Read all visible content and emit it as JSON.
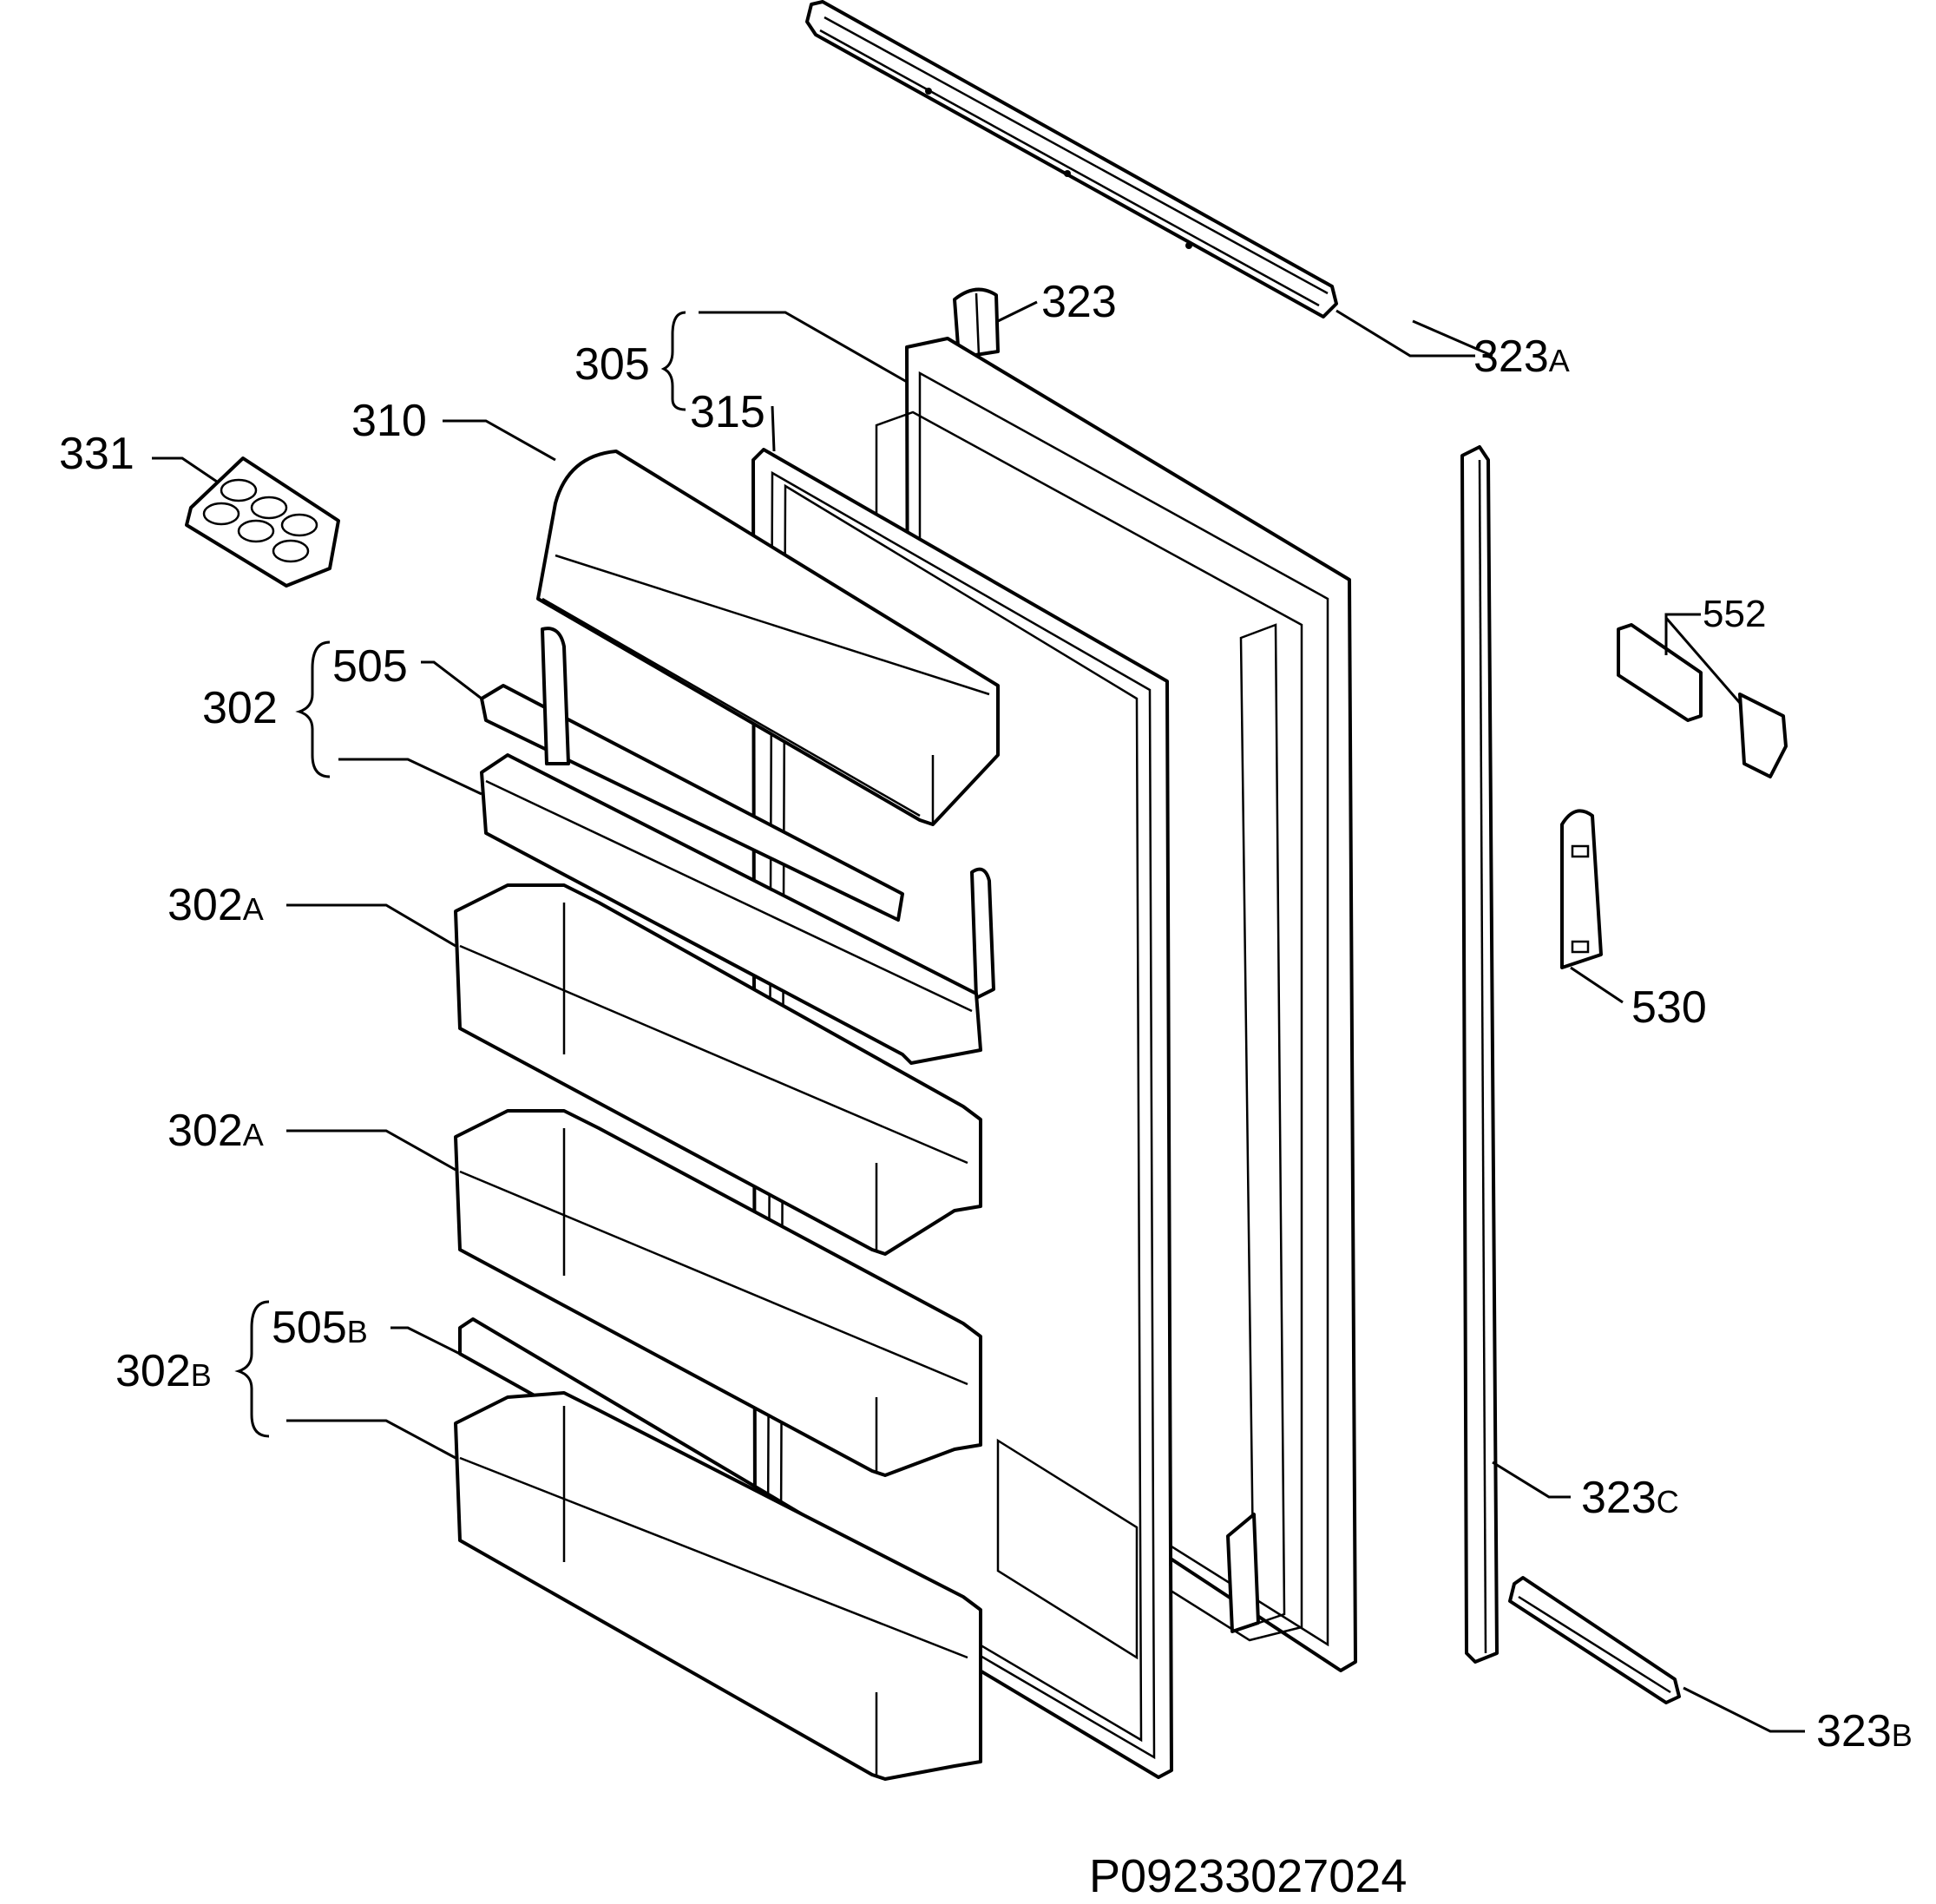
{
  "labels": {
    "l323": "323",
    "l323a": {
      "num": "323",
      "suffix": "A"
    },
    "l305": "305",
    "l315": "315",
    "l310": "310",
    "l331": "331",
    "l505": "505",
    "l302": "302",
    "l552": "552",
    "l302a_upper": {
      "num": "302",
      "suffix": "A"
    },
    "l302a_lower": {
      "num": "302",
      "suffix": "A"
    },
    "l530": "530",
    "l505b": {
      "num": "505",
      "suffix": "B"
    },
    "l302b": {
      "num": "302",
      "suffix": "B"
    },
    "l323c": {
      "num": "323",
      "suffix": "C"
    },
    "l323b": {
      "num": "323",
      "suffix": "B"
    }
  },
  "diagram_code": "P09233027024"
}
